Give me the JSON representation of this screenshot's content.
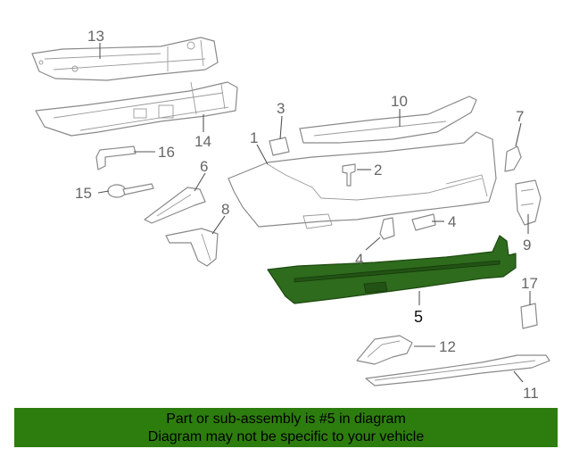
{
  "diagram": {
    "callouts": {
      "c1": "1",
      "c2": "2",
      "c3": "3",
      "c4a": "4",
      "c4b": "4",
      "c5": "5",
      "c6": "6",
      "c7": "7",
      "c8": "8",
      "c9": "9",
      "c10": "10",
      "c11": "11",
      "c12": "12",
      "c13": "13",
      "c14": "14",
      "c15": "15",
      "c16": "16",
      "c17": "17"
    },
    "highlighted_part": "5",
    "highlight_color": "#2e6b1d"
  },
  "banner": {
    "line1": "Part or sub-assembly is #5 in diagram",
    "line2": "Diagram may not be specific to your vehicle",
    "background": "#2d7d0e"
  }
}
